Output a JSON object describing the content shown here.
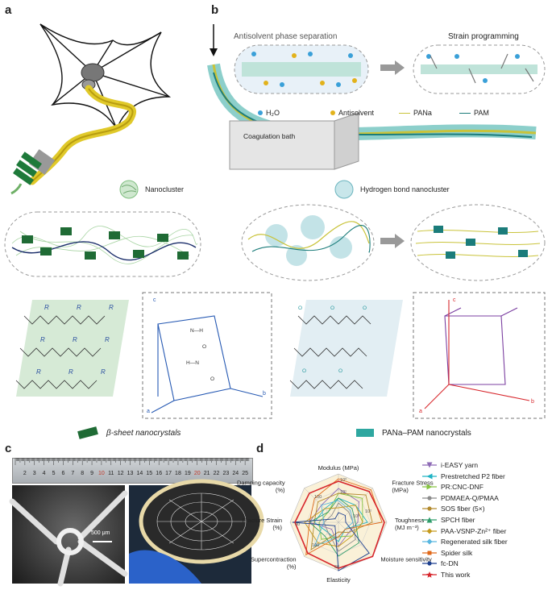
{
  "panels": {
    "a": "a",
    "b": "b",
    "c": "c",
    "d": "d"
  },
  "panel_b": {
    "antisolvent_title": "Antisolvent phase separation",
    "strain_title": "Strain programming",
    "legend_h2o": "H₂O",
    "legend_antisolvent": "Antisolvent",
    "legend_pana": "PANa",
    "legend_pam": "PAM",
    "coag_bath": "Coagulation bath",
    "hb_nanocluster": "Hydrogen bond nanocluster"
  },
  "panel_a": {
    "nanocluster": "Nanocluster",
    "beta_sheet": "β-sheet nanocrystals",
    "pana_pam": "PANa–PAM nanocrystals"
  },
  "panel_c": {
    "scale": "500 μm",
    "ruler_numbers": [
      "2",
      "3",
      "4",
      "5",
      "6",
      "7",
      "8",
      "9",
      "10",
      "11",
      "12",
      "13",
      "14",
      "15",
      "16",
      "17",
      "18",
      "19",
      "20",
      "21",
      "22",
      "23",
      "24",
      "25"
    ]
  },
  "chart_data": {
    "type": "radar",
    "axes": [
      "Modulus (MPa)",
      "Fracture Stress (MPa)",
      "Toughness (MJ m⁻³)",
      "Moisture sensitivity",
      "Elasticity",
      "Supercontraction (%)",
      "Fracture Strain (%)",
      "Damping capacity (%)"
    ],
    "series": [
      {
        "name": "i-EASY yarn",
        "color": "#8e6bb6",
        "marker": "triangle-down"
      },
      {
        "name": "Prestretched P2 fiber",
        "color": "#1fb3c4",
        "marker": "triangle-left"
      },
      {
        "name": "PR:CNC-DNF",
        "color": "#86c441",
        "marker": "triangle-right"
      },
      {
        "name": "PDMAEA-Q/PMAA",
        "color": "#8c8c8c",
        "marker": "circle"
      },
      {
        "name": "SOS fiber (5×)",
        "color": "#b38a2e",
        "marker": "circle"
      },
      {
        "name": "SPCH fiber",
        "color": "#2f9c6b",
        "marker": "triangle"
      },
      {
        "name": "PAA-VSNP-Zn²⁺ fiber",
        "color": "#c59a1d",
        "marker": "diamond"
      },
      {
        "name": "Regenerated silk fiber",
        "color": "#5ab7e0",
        "marker": "diamond"
      },
      {
        "name": "Spider silk",
        "color": "#e0691a",
        "marker": "square"
      },
      {
        "name": "fc-DN",
        "color": "#1c3f8f",
        "marker": "circle"
      },
      {
        "name": "This work",
        "color": "#d7262c",
        "marker": "star"
      }
    ],
    "tick_labels": [
      "10⁰",
      "10¹",
      "10²",
      "10³",
      "60",
      "100",
      "30",
      "100"
    ]
  }
}
